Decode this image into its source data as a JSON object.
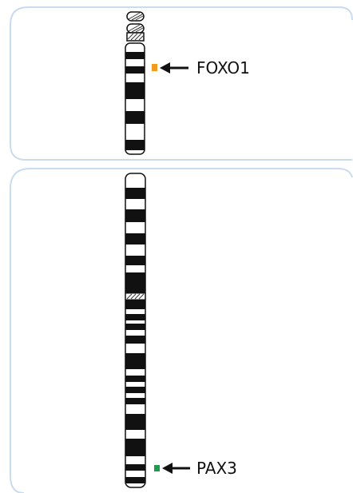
{
  "colors": {
    "panel_border": "#c9dcee",
    "band_dark": "#111111",
    "band_light": "#ffffff",
    "arrow": "#111111",
    "marker_foxo1": "#f39a1e",
    "marker_pax3": "#1f9a4f"
  },
  "panels": [
    {
      "gene_label": "FOXO1",
      "marker_color_key": "marker_foxo1"
    },
    {
      "gene_label": "PAX3",
      "marker_color_key": "marker_pax3"
    }
  ]
}
